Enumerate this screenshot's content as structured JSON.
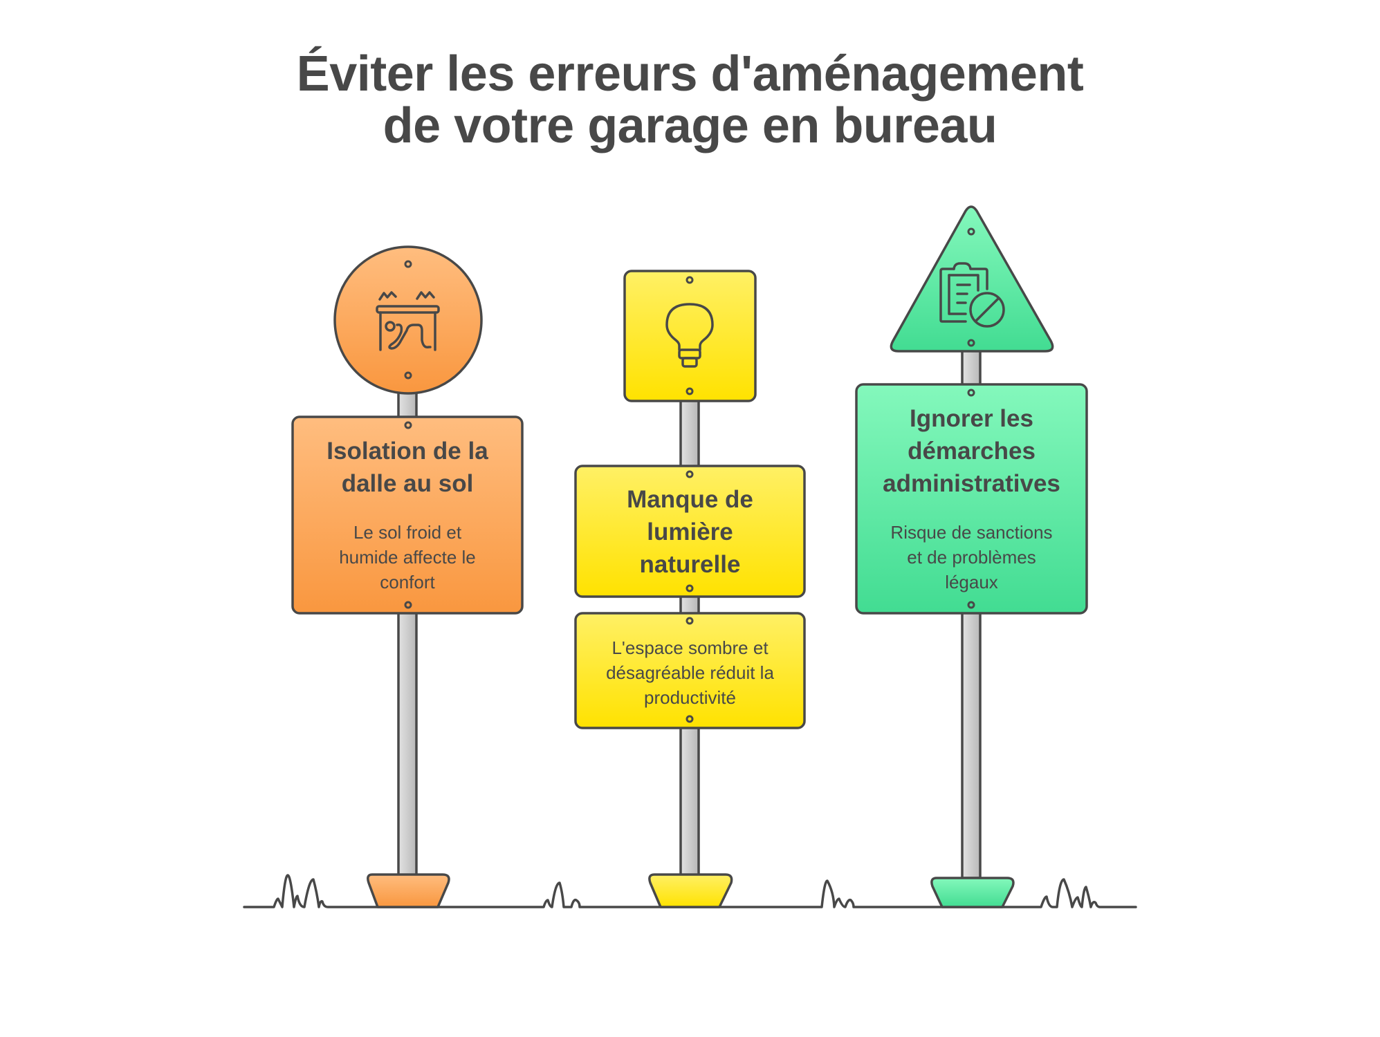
{
  "title": {
    "line1": "Éviter les erreurs d'aménagement",
    "line2": "de votre garage en bureau"
  },
  "colors": {
    "outline": "#484848",
    "pole": "#c8c8c8",
    "orange_top": "#ffbd7f",
    "orange_bottom": "#f9973f",
    "yellow_top": "#fff065",
    "yellow_bottom": "#ffe200",
    "green_top": "#84f8bc",
    "green_bottom": "#42dc92"
  },
  "signs": [
    {
      "id": "floor-insulation",
      "shape": "circle",
      "icon": "person-under-table-icon",
      "heading_lines": [
        "Isolation de la",
        "dalle au sol"
      ],
      "description_lines": [
        "Le sol froid et",
        "humide affecte le",
        "confort"
      ]
    },
    {
      "id": "natural-light",
      "shape": "square",
      "icon": "lightbulb-icon",
      "heading_lines": [
        "Manque de",
        "lumière",
        "naturelle"
      ],
      "description_lines": [
        "L'espace sombre et",
        "désagréable réduit la",
        "productivité"
      ]
    },
    {
      "id": "administrative-steps",
      "shape": "triangle",
      "icon": "clipboard-prohibited-icon",
      "heading_lines": [
        "Ignorer les",
        "démarches",
        "administratives"
      ],
      "description_lines": [
        "Risque de sanctions",
        "et de problèmes",
        "légaux"
      ]
    }
  ]
}
